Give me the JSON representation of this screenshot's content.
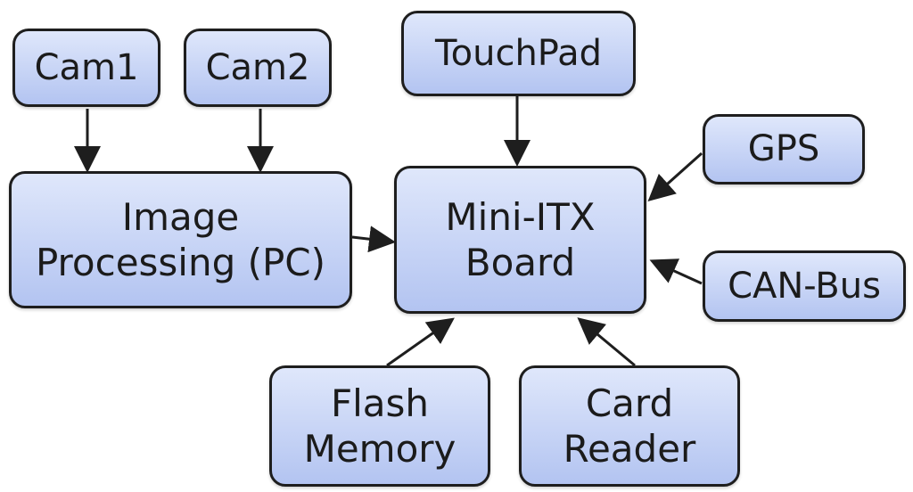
{
  "diagram": {
    "nodes": {
      "cam1": "Cam1",
      "cam2": "Cam2",
      "touchpad": "TouchPad",
      "gps": "GPS",
      "image_processing": "Image\nProcessing (PC)",
      "mini_itx": "Mini-ITX\nBoard",
      "can_bus": "CAN-Bus",
      "flash_memory": "Flash\nMemory",
      "card_reader": "Card\nReader"
    },
    "edges": [
      {
        "from": "Cam1",
        "to": "Image Processing (PC)"
      },
      {
        "from": "Cam2",
        "to": "Image Processing (PC)"
      },
      {
        "from": "Image Processing (PC)",
        "to": "Mini-ITX Board"
      },
      {
        "from": "TouchPad",
        "to": "Mini-ITX Board"
      },
      {
        "from": "GPS",
        "to": "Mini-ITX Board"
      },
      {
        "from": "CAN-Bus",
        "to": "Mini-ITX Board"
      },
      {
        "from": "Flash Memory",
        "to": "Mini-ITX Board"
      },
      {
        "from": "Card Reader",
        "to": "Mini-ITX Board"
      }
    ],
    "colors": {
      "node_fill_top": "#dfe7fb",
      "node_fill_bottom": "#b3c4f1",
      "border": "#1e1e1e",
      "arrow": "#1e1e1e"
    }
  }
}
